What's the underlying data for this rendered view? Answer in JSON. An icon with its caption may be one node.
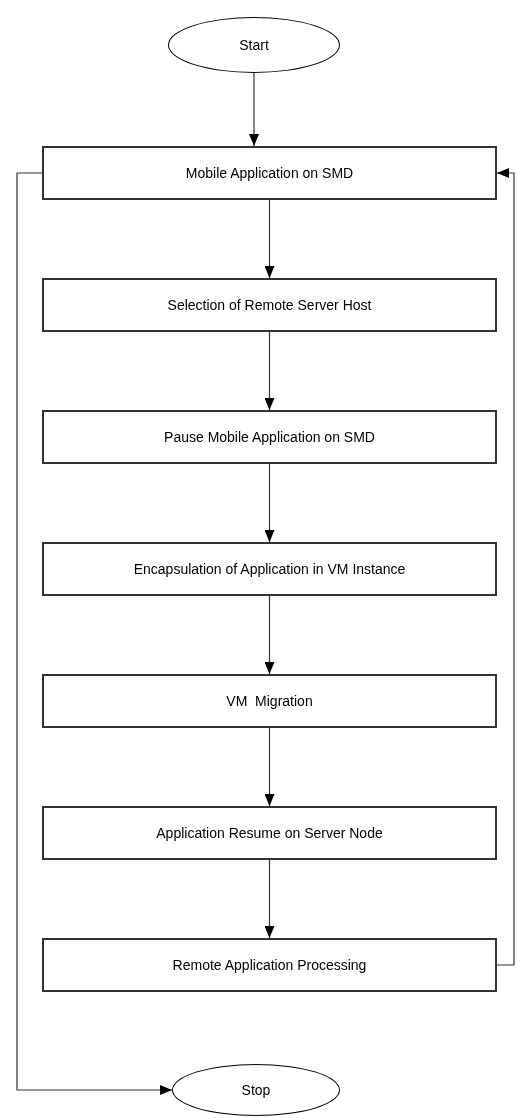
{
  "diagram": {
    "nodes": [
      {
        "text": [
          "Start"
        ]
      },
      {
        "text": [
          "Mobile Application on SMD"
        ]
      },
      {
        "text": [
          "Selection of Remote Server Host"
        ]
      },
      {
        "text": [
          "Pause Mobile Application on SMD"
        ]
      },
      {
        "text": [
          "Encapsulation of Application in VM Instance"
        ]
      },
      {
        "text": [
          "VM  Migration"
        ]
      },
      {
        "text": [
          "Application Resume on Server Node"
        ]
      },
      {
        "text": [
          "Remote Application Processing"
        ]
      },
      {
        "text": [
          "Stop"
        ]
      }
    ],
    "edges": [
      {
        "from": 0,
        "to": 1,
        "arrow": "to"
      },
      {
        "from": 1,
        "to": 2,
        "arrow": "to"
      },
      {
        "from": 2,
        "to": 3,
        "arrow": "to"
      },
      {
        "from": 3,
        "to": 4,
        "arrow": "to"
      },
      {
        "from": 4,
        "to": 5,
        "arrow": "to"
      },
      {
        "from": 5,
        "to": 6,
        "arrow": "to"
      },
      {
        "from": 6,
        "to": 7,
        "arrow": "to"
      },
      {
        "from": 7,
        "to": 1,
        "arrow": "to"
      },
      {
        "from": 1,
        "to": 8,
        "arrow": "to"
      }
    ]
  }
}
